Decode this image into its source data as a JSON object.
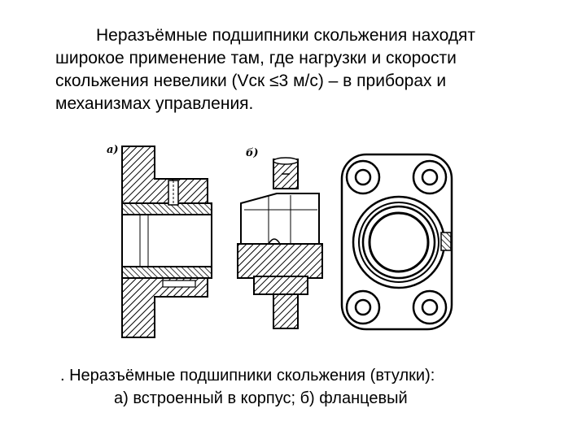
{
  "intro": {
    "lines": [
      "Неразъёмные подшипники скольжения находят",
      "широкое применение там, где нагрузки и скорости",
      "скольжения невелики (Vск ≤3 м/с) – в приборах и",
      "механизмах управления."
    ]
  },
  "figure": {
    "label_a": "а)",
    "label_b": "б)"
  },
  "caption": {
    "lines": [
      ". Неразъёмные подшипники  скольжения (втулки):",
      "а) встроенный в корпус; б) фланцевый"
    ]
  }
}
